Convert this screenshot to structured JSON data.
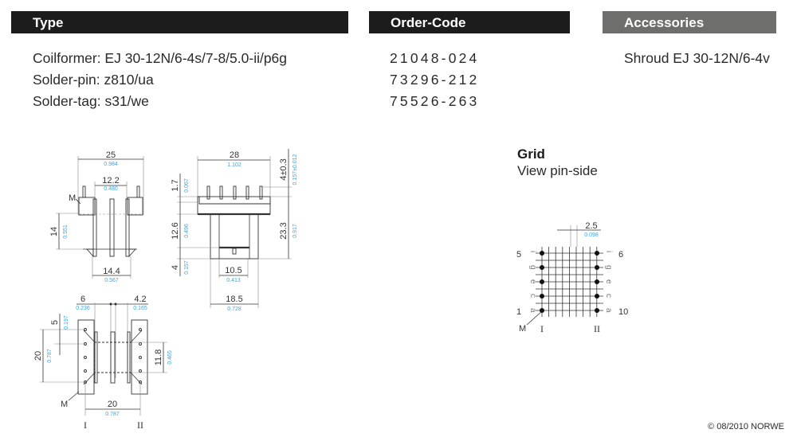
{
  "headers": {
    "type": "Type",
    "order_code": "Order-Code",
    "accessories": "Accessories"
  },
  "type_lines": [
    "Coilformer: EJ 30-12N/6-4s/7-8/5.0-ii/p6g",
    "Solder-pin: z810/ua",
    "Solder-tag: s31/we"
  ],
  "order_codes": [
    "21048-024",
    "73296-212",
    "75526-263"
  ],
  "accessories": [
    "Shroud EJ 30-12N/6-4v"
  ],
  "grid": {
    "title": "Grid",
    "subtitle": "View pin-side",
    "pitch_mm": "2.5",
    "pitch_in": "0.098",
    "left_pin_labels": [
      "5",
      "1"
    ],
    "right_pin_labels": [
      "6",
      "10"
    ],
    "row_letters": [
      "i",
      "g",
      "e",
      "c",
      "a"
    ],
    "marker": "M",
    "side_labels": [
      "I",
      "II"
    ]
  },
  "front_view": {
    "width_mm": "25",
    "width_in": "0.984",
    "inner_mm": "12.2",
    "inner_in": "0.480",
    "height_mm": "14",
    "height_in": "0.551",
    "base_mm": "14.4",
    "base_in": "0.567",
    "marker": "M"
  },
  "side_view": {
    "width_mm": "28",
    "width_in": "1.102",
    "pin_mm": "1.7",
    "pin_in": "0.067",
    "body_mm": "12.6",
    "body_in": "0.496",
    "foot_mm": "4",
    "foot_in": "0.157",
    "tol_mm": "4±0.3",
    "tol_in": "0.157±0.012",
    "total_mm": "23.3",
    "total_in": "0.917",
    "slot_mm": "10.5",
    "slot_in": "0.413",
    "base_mm": "18.5",
    "base_in": "0.728"
  },
  "bottom_view": {
    "left_mm": "6",
    "left_in": "0.236",
    "right_mm": "4.2",
    "right_in": "0.165",
    "pin_mm": "5",
    "pin_in": "0.197",
    "height_mm": "20",
    "height_in": "0.787",
    "inner_mm": "11.8",
    "inner_in": "0.465",
    "pitch_mm": "20",
    "pitch_in": "0.787",
    "marker": "M",
    "side_labels": [
      "I",
      "II"
    ]
  },
  "copyright": "© 08/2010 NORWE"
}
